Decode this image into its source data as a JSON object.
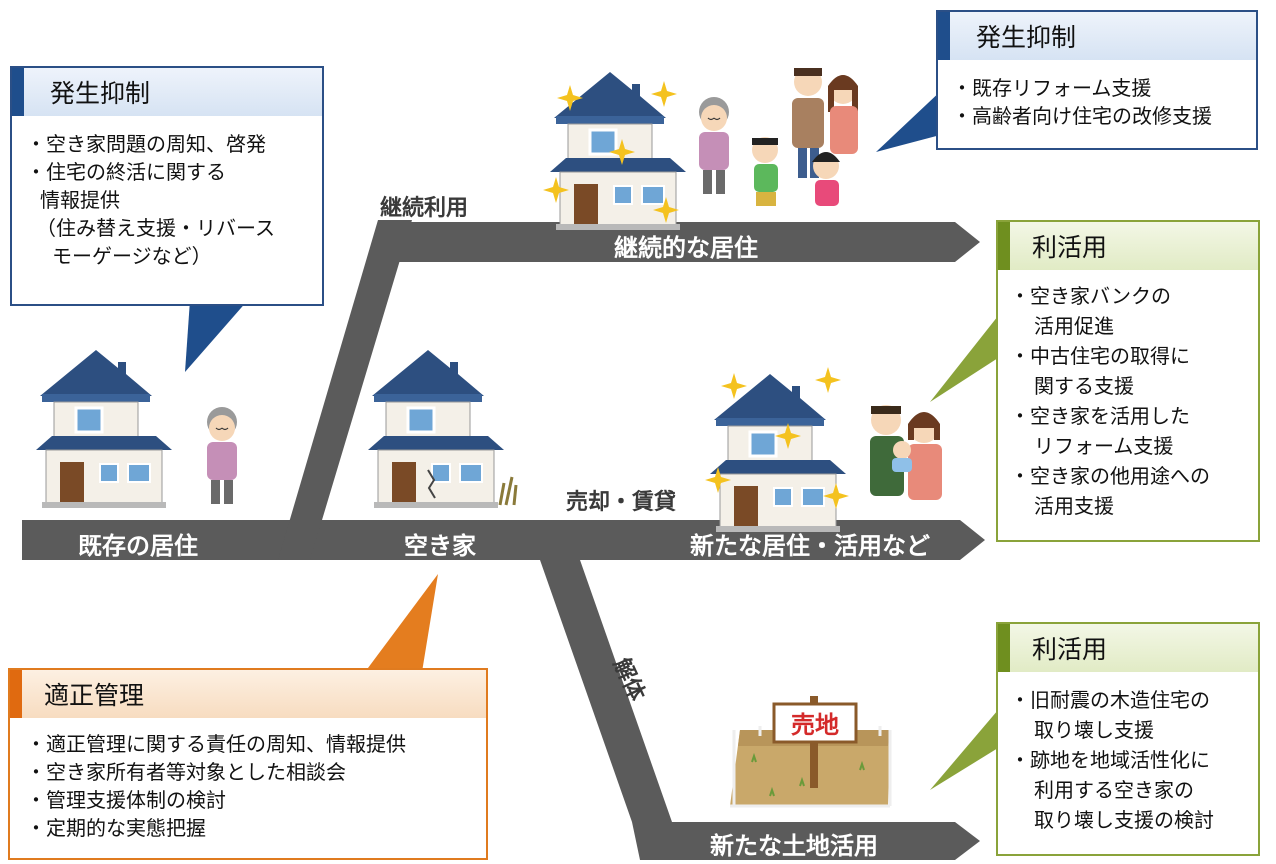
{
  "bars": {
    "existing": "既存の居住",
    "vacant": "空き家",
    "continued": "継続的な居住",
    "new_use": "新たな居住・活用など",
    "land": "新たな土地活用"
  },
  "paths": {
    "continued_use": "継続利用",
    "sale_rent": "売却・賃貸",
    "demolition": "解体"
  },
  "sign_text": "売地",
  "boxes": {
    "prevention_left": {
      "title": "発生抑制",
      "items": [
        "・空き家問題の周知、啓発",
        "・住宅の終活に関する"
      ],
      "continuation": [
        "情報提供",
        "（住み替え支援・リバース",
        "モーゲージなど）"
      ]
    },
    "prevention_right": {
      "title": "発生抑制",
      "items": [
        "・既存リフォーム支援",
        "・高齢者向け住宅の改修支援"
      ]
    },
    "utilization_mid": {
      "title": "利活用",
      "items": [
        "・空き家バンクの",
        "活用促進",
        "・中古住宅の取得に",
        "関する支援",
        "・空き家を活用した",
        "リフォーム支援",
        "・空き家の他用途への",
        "活用支援"
      ]
    },
    "management": {
      "title": "適正管理",
      "items": [
        "・適正管理に関する責任の周知、情報提供",
        "・空き家所有者等対象とした相談会",
        "・管理支援体制の検討",
        "・定期的な実態把握"
      ]
    },
    "utilization_bottom": {
      "title": "利活用",
      "items": [
        "・旧耐震の木造住宅の",
        "取り壊し支援",
        "・跡地を地域活性化に",
        "利用する空き家の",
        "取り壊し支援の検討"
      ]
    }
  },
  "colors": {
    "bar": "#5b5b5b",
    "blue_accent": "#1f4e8c",
    "green_accent": "#6f8f1f",
    "orange_accent": "#e06a10",
    "sparkle": "#f4c21f"
  }
}
